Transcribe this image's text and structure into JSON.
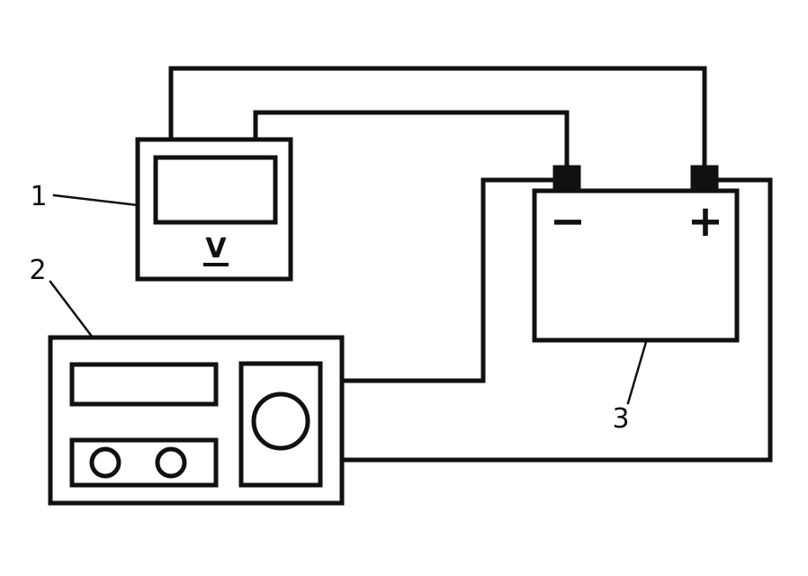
{
  "diagram": {
    "callouts": {
      "voltmeter": "1",
      "power_supply": "2",
      "battery": "3"
    },
    "voltmeter": {
      "unit_label": "V"
    },
    "battery": {
      "negative_terminal": "−",
      "positive_terminal": "+"
    }
  }
}
